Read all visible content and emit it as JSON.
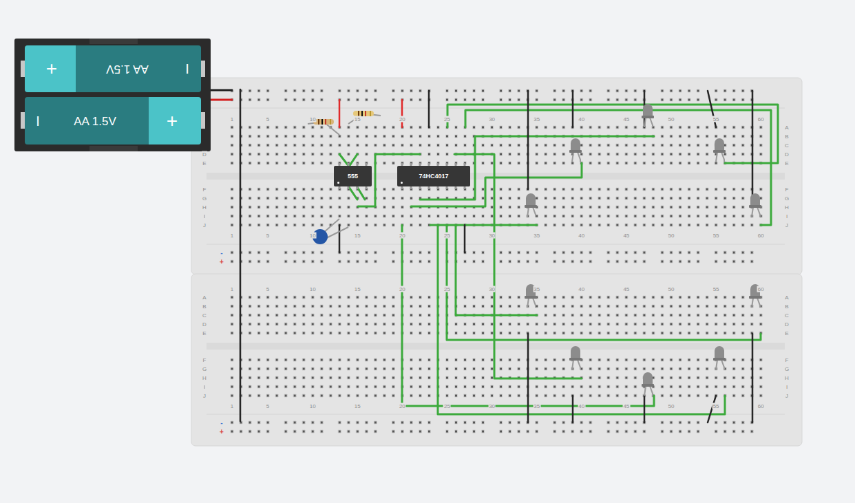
{
  "diagram": {
    "nodes": [
      {
        "text": [
          "+",
          "AA 1.5V",
          "I"
        ]
      },
      {
        "text": [
          "I",
          "AA 1.5V",
          "+"
        ]
      },
      {
        "text": [
          "555"
        ]
      },
      {
        "text": [
          "74HC4017"
        ]
      }
    ],
    "labels": [
      "1",
      "5",
      "10",
      "15",
      "20",
      "25",
      "30",
      "35",
      "40",
      "45",
      "50",
      "55",
      "60",
      "A",
      "B",
      "C",
      "D",
      "E",
      "F",
      "G",
      "H",
      "I",
      "J",
      "D",
      "E",
      "F",
      "G",
      "H",
      "I",
      "J",
      "1",
      "5",
      "10",
      "15",
      "20",
      "25",
      "30",
      "35",
      "40",
      "45",
      "50",
      "55",
      "60",
      "-",
      "+",
      "1",
      "5",
      "10",
      "15",
      "20",
      "25",
      "30",
      "35",
      "40",
      "45",
      "50",
      "55",
      "60",
      "A",
      "B",
      "C",
      "D",
      "E",
      "F",
      "G",
      "H",
      "I",
      "J",
      "A",
      "B",
      "C",
      "D",
      "E",
      "F",
      "G",
      "H",
      "I",
      "J",
      "1",
      "5",
      "10",
      "15",
      "20",
      "25",
      "30",
      "35",
      "40",
      "45",
      "50",
      "55",
      "60",
      "-",
      "+"
    ]
  }
}
